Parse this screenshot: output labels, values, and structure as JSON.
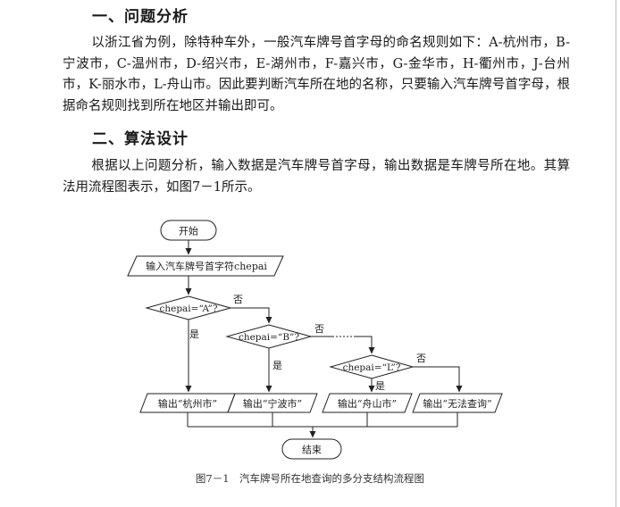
{
  "section1": {
    "heading": "一、问题分析",
    "paragraph": "以浙江省为例，除特种车外，一般汽车牌号首字母的命名规则如下：A-杭州市，B-宁波市，C-温州市，D-绍兴市，E-湖州市，F-嘉兴市，G-金华市，H-衢州市，J-台州市，K-丽水市，L-舟山市。因此要判断汽车所在地的名称，只要输入汽车牌号首字母，根据命名规则找到所在地区并输出即可。"
  },
  "section2": {
    "heading": "二、算法设计",
    "paragraph": "根据以上问题分析，输入数据是汽车牌号首字母，输出数据是车牌号所在地。其算法用流程图表示，如图7－1所示。"
  },
  "flowchart": {
    "start": "开始",
    "input": "输入汽车牌号首字符chepai",
    "decisions": [
      "chepai=“A”?",
      "chepai=“B”?",
      "chepai=“L”?"
    ],
    "yes_label": "是",
    "no_label": "否",
    "outputs": [
      "输出“杭州市”",
      "输出“宁波市”",
      "输出“舟山市”",
      "输出“无法查询”"
    ],
    "end": "结束"
  },
  "caption": "图7－1　汽车牌号所在地查询的多分支结构流程图"
}
